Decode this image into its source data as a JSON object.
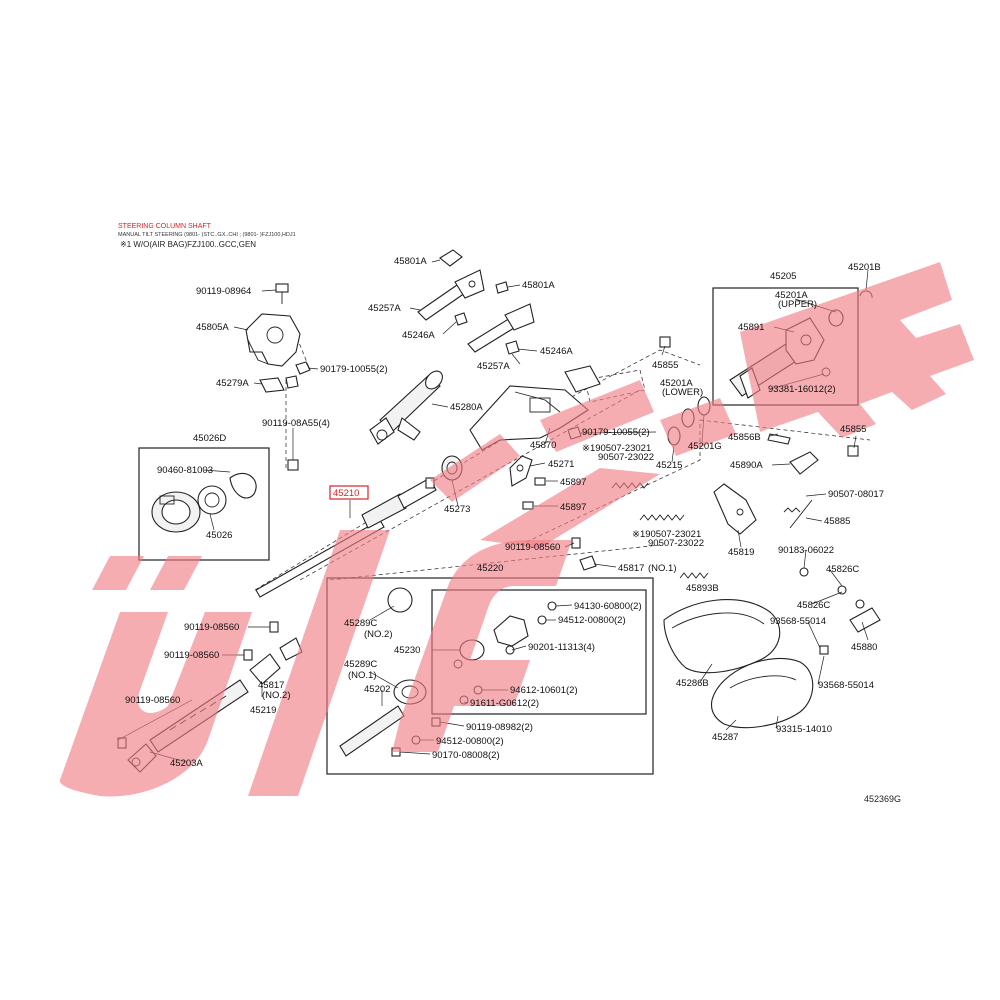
{
  "header": {
    "title": "STEERING COLUMN SHAFT",
    "subtitle": "MANUAL TILT STEERING (9801- )STC..GX..CHI ; (9801- )FZJ100,HDJ1",
    "note": "※1 W/O(AIR BAG)FZJ100..GCC,GEN"
  },
  "diagram_code": "452369G",
  "highlight_color": "#d42424",
  "watermark_color": "#f07a82",
  "highlighted_part": "45210",
  "labels": {
    "p45801A_1": "45801A",
    "p45801A_2": "45801A",
    "p45257A_1": "45257A",
    "p45257A_2": "45257A",
    "p45246A_1": "45246A",
    "p45246A_2": "45246A",
    "p90119_08964": "90119-08964",
    "p45805A": "45805A",
    "p90179_10055_2a": "90179-10055(2)",
    "p45279A": "45279A",
    "p45280A": "45280A",
    "p90119_08A55": "90119-08A55(4)",
    "p45026D": "45026D",
    "p90460_81003": "90460-81003",
    "p45026": "45026",
    "p45210": "45210",
    "p45273": "45273",
    "p45870": "45870",
    "p45271": "45271",
    "p45897_1": "45897",
    "p45897_2": "45897",
    "p45205": "45205",
    "p45201B": "45201B",
    "p45201A_up": "45201A",
    "upper": "(UPPER)",
    "p45891": "45891",
    "p45855_1": "45855",
    "p45855_2": "45855",
    "p45201A_low": "45201A",
    "lower": "(LOWER)",
    "p93381": "93381-16012(2)",
    "p90179_10055_2b": "90179-10055(2)",
    "p190507_1": "※190507-23021",
    "p90507_23022_1": "90507-23022",
    "p45215": "45215",
    "p45201G": "45201G",
    "p45856B": "45856B",
    "p45890A": "45890A",
    "p90507_08017": "90507-08017",
    "p45885": "45885",
    "p190507_2": "※190507-23021",
    "p90507_23022_2": "90507-23022",
    "p45819": "45819",
    "p90183_06022": "90183-06022",
    "p90119_08560_1": "90119-08560",
    "p45220": "45220",
    "p45817_1": "45817",
    "no1_a": "(NO.1)",
    "p45893B": "45893B",
    "p45826C_1": "45826C",
    "p45826C_2": "45826C",
    "p93568_55014_1": "93568-55014",
    "p45880": "45880",
    "p93568_55014_2": "93568-55014",
    "p90119_08560_2": "90119-08560",
    "p90119_08560_3": "90119-08560",
    "p90119_08560_4": "90119-08560",
    "p45289C_1": "45289C",
    "no2_a": "(NO.2)",
    "p45230": "45230",
    "p45289C_2": "45289C",
    "no1_b": "(NO.1)",
    "p45202": "45202",
    "p94130": "94130-60800(2)",
    "p94512_1": "94512-00800(2)",
    "p90201": "90201-11313(4)",
    "p94612": "94612-10601(2)",
    "p91611": "91611-G0612(2)",
    "p90119_08982": "90119-08982(2)",
    "p94512_2": "94512-00800(2)",
    "p90170": "90170-08008(2)",
    "p45817_2": "45817",
    "no2_b": "(NO.2)",
    "p45219": "45219",
    "p45203A": "45203A",
    "p45286B": "45286B",
    "p45287": "45287",
    "p93315": "93315-14010"
  }
}
